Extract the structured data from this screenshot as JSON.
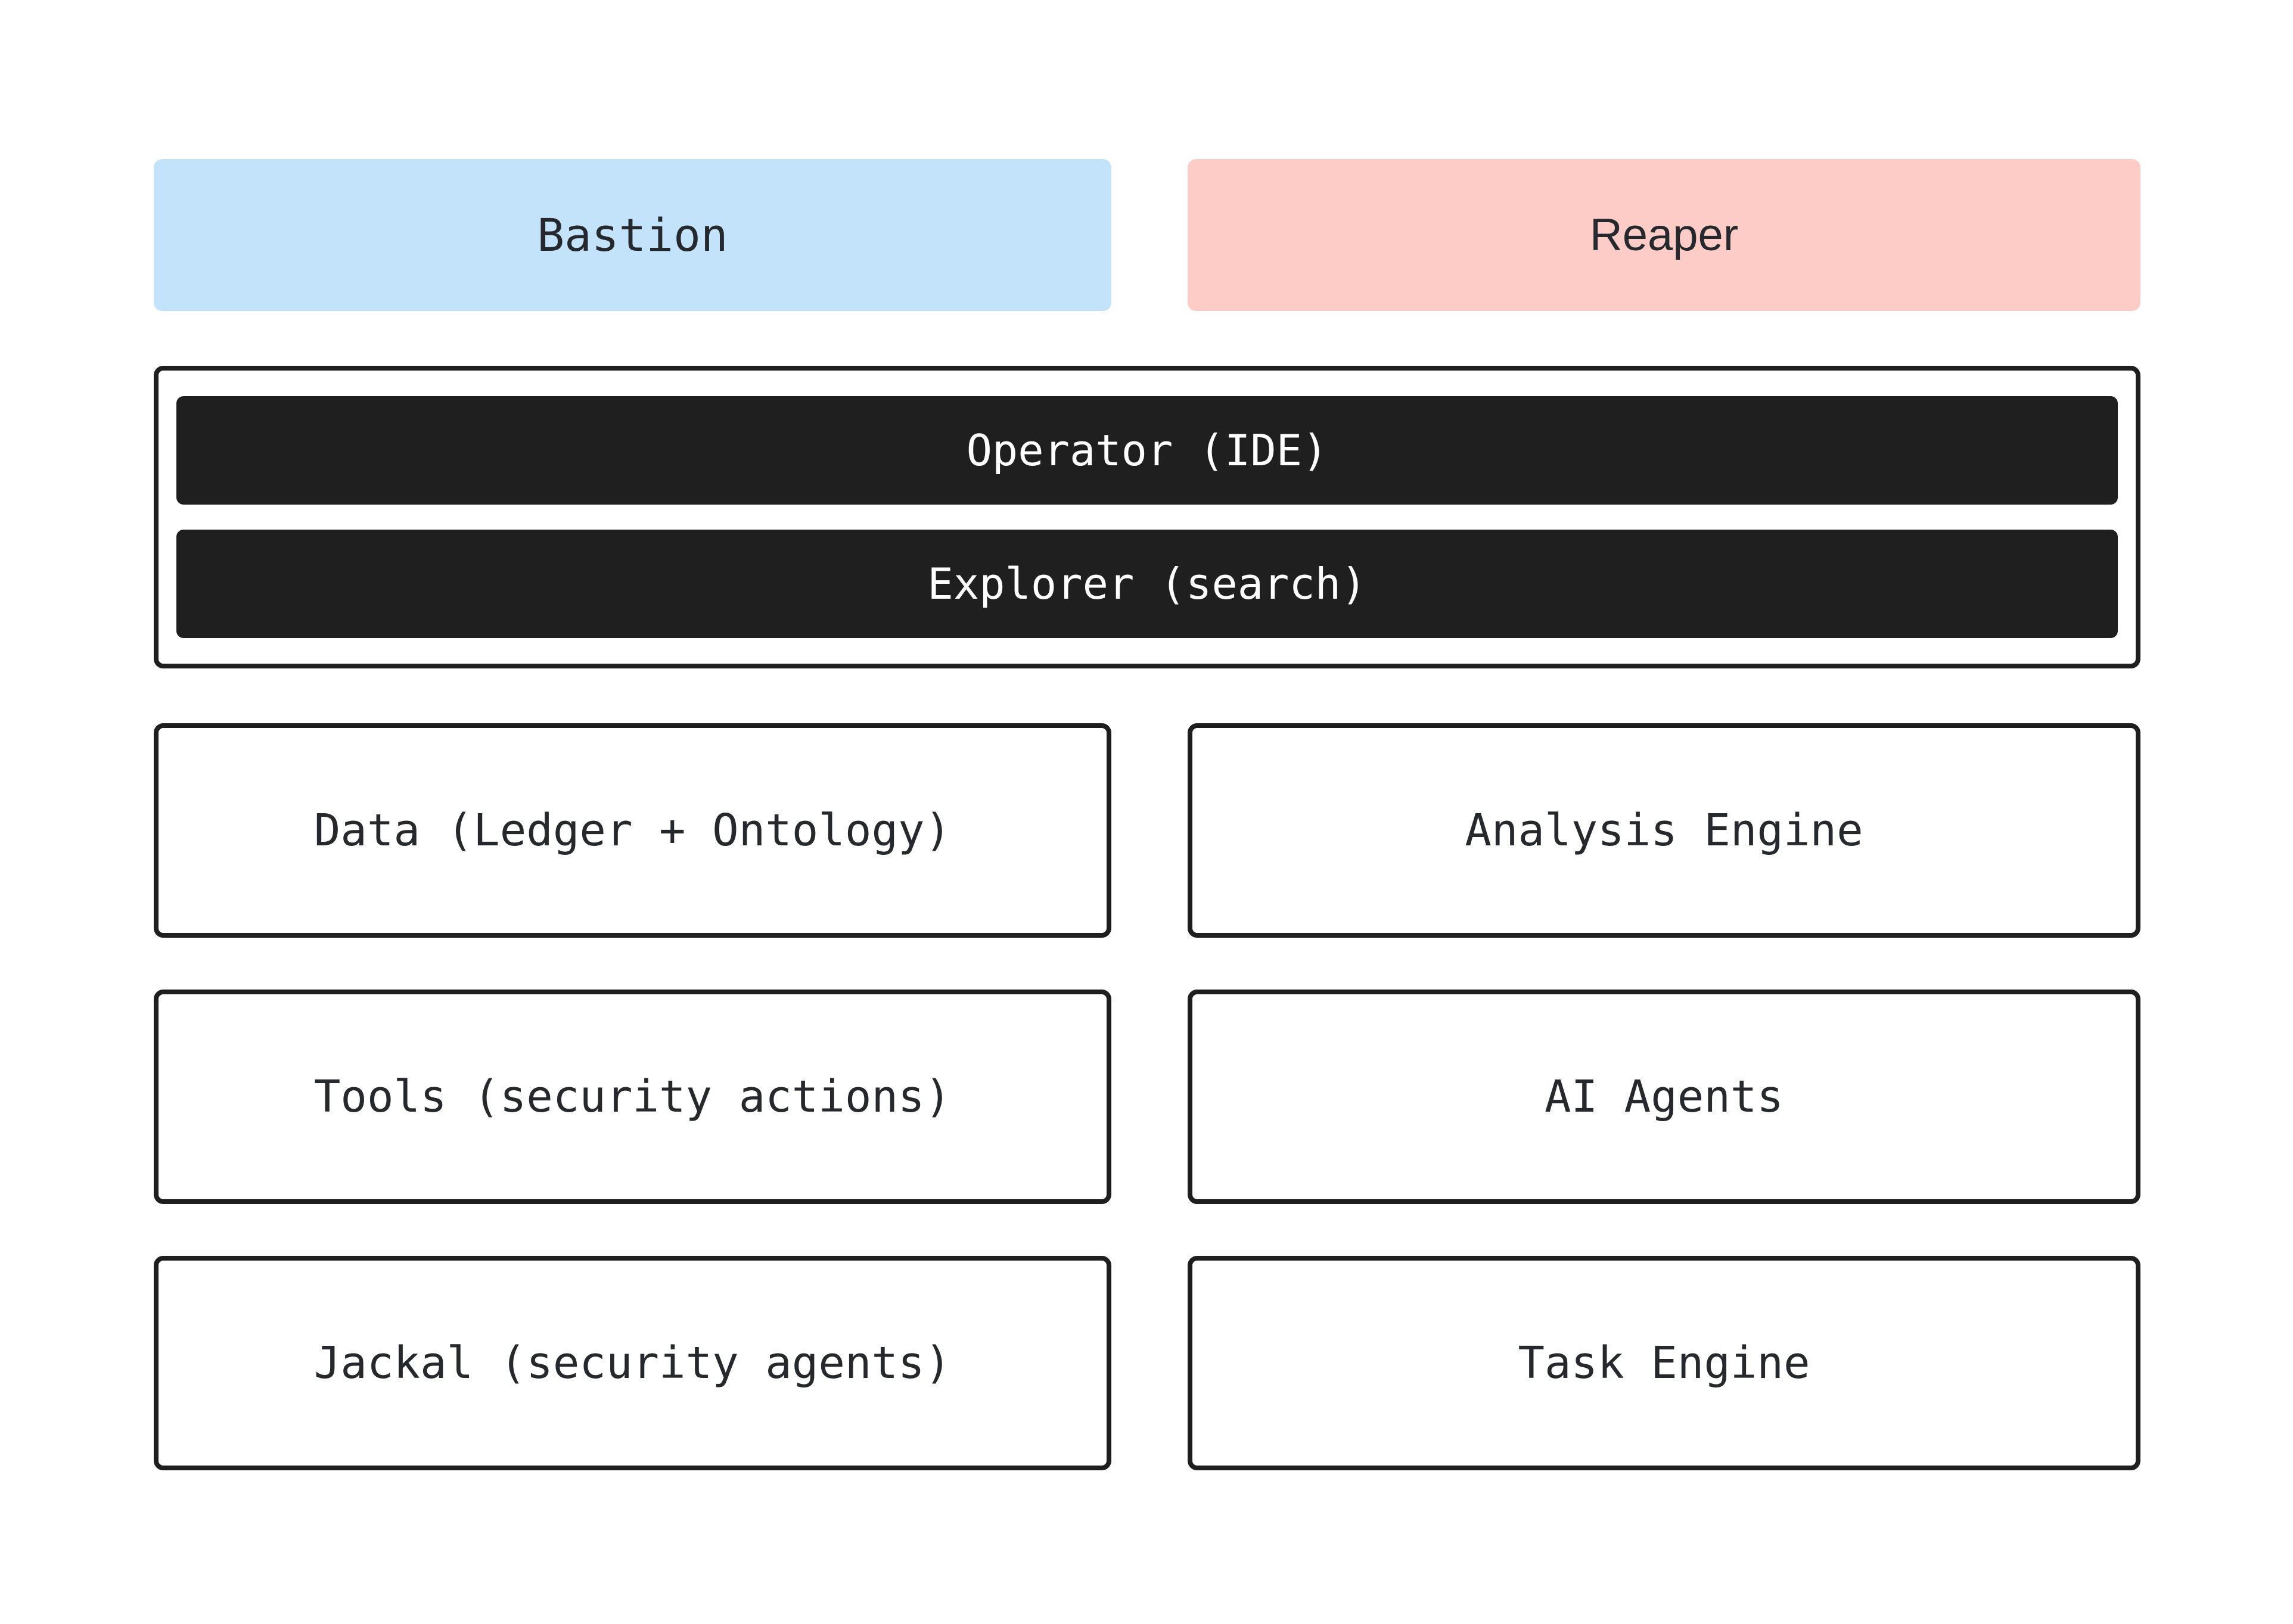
{
  "colors": {
    "canvas_background": "#ffffff",
    "bastion_fill": "#c3e3fb",
    "reaper_fill": "#fdccc7",
    "stack_bar_fill": "#1f1f1f",
    "box_border": "#1e1e1e",
    "text_dark": "#25282d",
    "text_light": "#ffffff"
  },
  "headers": [
    {
      "id": "bastion",
      "label": "Bastion"
    },
    {
      "id": "reaper",
      "label": "Reaper"
    }
  ],
  "shared_stack": {
    "bars": [
      {
        "label": "Operator (IDE)"
      },
      {
        "label": "Explorer (search)"
      }
    ]
  },
  "columns": {
    "bastion": [
      {
        "label": "Data (Ledger + Ontology)"
      },
      {
        "label": "Tools (security actions)"
      },
      {
        "label": "Jackal (security agents)"
      }
    ],
    "reaper": [
      {
        "label": "Analysis Engine"
      },
      {
        "label": "AI Agents"
      },
      {
        "label": "Task Engine"
      }
    ]
  }
}
